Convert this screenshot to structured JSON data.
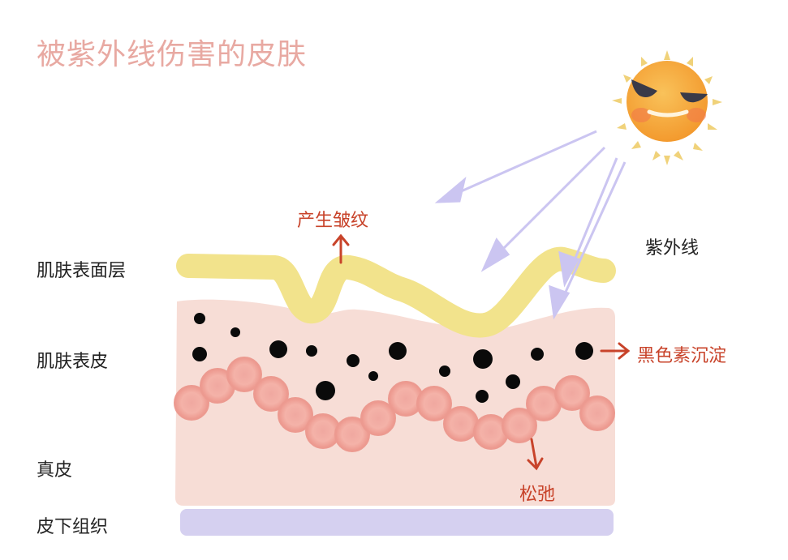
{
  "title": "被紫外线伤害的皮肤",
  "labels": {
    "surface_layer": "肌肤表面层",
    "epidermis": "肌肤表皮",
    "dermis": "真皮",
    "subcutaneous": "皮下组织",
    "uv": "紫外线",
    "wrinkles": "产生皱纹",
    "melanin": "黑色素沉淀",
    "sagging": "松弛"
  },
  "colors": {
    "title": "#e8a9a2",
    "annotation": "#c8432a",
    "surface_layer": "#f2e38c",
    "epidermis": "#f7ddd6",
    "subcutaneous": "#d5d0f0",
    "uv_ray": "#cfcaf2",
    "sun": "#f6a93a"
  }
}
